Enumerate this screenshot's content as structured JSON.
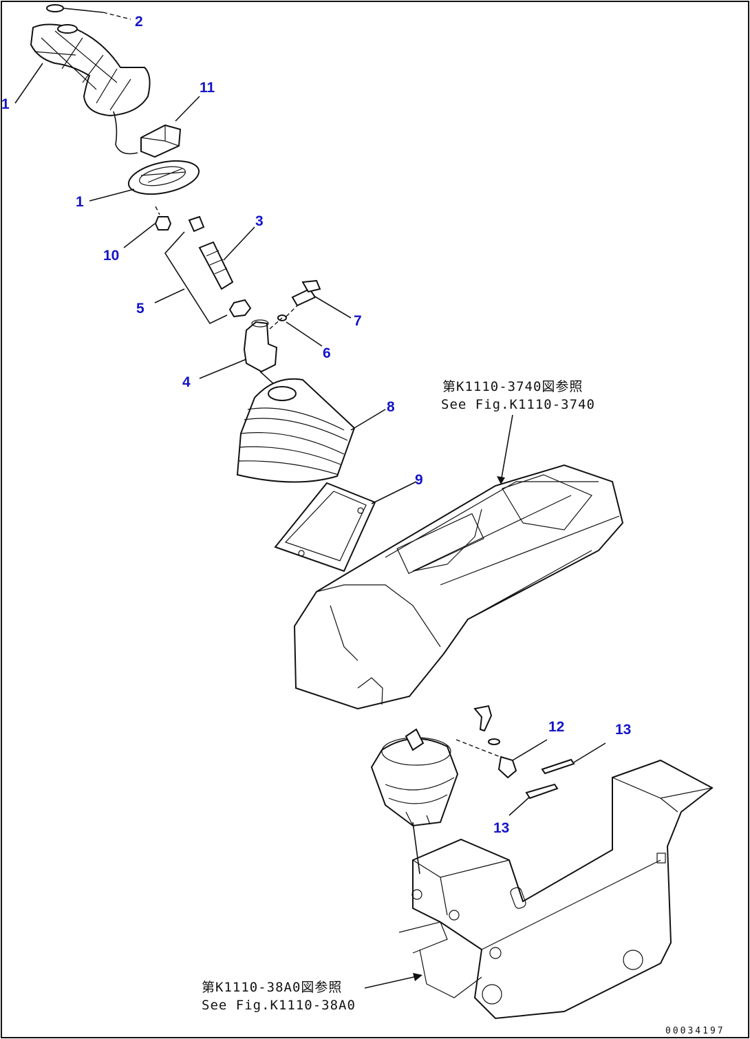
{
  "callouts": [
    {
      "id": "c1a",
      "label": "1"
    },
    {
      "id": "c2",
      "label": "2"
    },
    {
      "id": "c11",
      "label": "11"
    },
    {
      "id": "c1b",
      "label": "1"
    },
    {
      "id": "c3",
      "label": "3"
    },
    {
      "id": "c10",
      "label": "10"
    },
    {
      "id": "c5",
      "label": "5"
    },
    {
      "id": "c7",
      "label": "7"
    },
    {
      "id": "c6",
      "label": "6"
    },
    {
      "id": "c4",
      "label": "4"
    },
    {
      "id": "c8",
      "label": "8"
    },
    {
      "id": "c9",
      "label": "9"
    },
    {
      "id": "c12",
      "label": "12"
    },
    {
      "id": "c13a",
      "label": "13"
    },
    {
      "id": "c13b",
      "label": "13"
    }
  ],
  "references": {
    "upper": {
      "jp": "第K1110-3740図参照",
      "en": "See Fig.K1110-3740"
    },
    "lower": {
      "jp": "第K1110-38A0図参照",
      "en": "See Fig.K1110-38A0"
    }
  },
  "drawing_code": "00034197",
  "colors": {
    "callout": "#1414c8",
    "line": "#111111"
  }
}
